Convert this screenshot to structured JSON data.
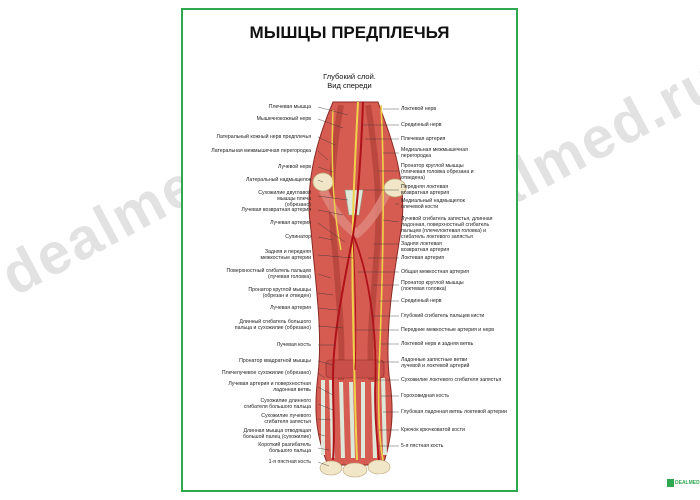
{
  "watermark": "dealmed.ru",
  "poster": {
    "title": "МЫШЦЫ ПРЕДПЛЕЧЬЯ",
    "subtitle_line1": "Глубокий слой.",
    "subtitle_line2": "Вид спереди",
    "logo_text": "DEALMED",
    "left_labels": [
      "Плечевая мышца",
      "Мышечнокожный нерв",
      "Латеральный кожный нерв предплечья",
      "Латеральная межмышечная перегородка",
      "Лучевой нерв",
      "Латеральный надмыщелок",
      "Сухожилие двуглавой мышцы плеча (обрезано)",
      "Лучевая возвратная артерия",
      "Лучевая артерия",
      "Супинатор",
      "Задняя и передняя межкостные артерии",
      "Поверхностный сгибатель пальцев (лучевая головка)",
      "Пронатор круглой мышцы (обрезан и отведен)",
      "Лучевая артерия",
      "Длинный сгибатель большого пальца и сухожилие (обрезано)",
      "Лучевая кость",
      "Пронатор квадратной мышцы",
      "Плечелучевое сухожилие (обрезано)",
      "Лучевая артерия и поверхностная ладонная ветвь",
      "Сухожилие длинного сгибателя большого пальца",
      "Сухожилие лучевого сгибателя запястья",
      "Длинная мышца отводящая большой палец (сухожилие)",
      "Короткий разгибатель большого пальца",
      "1-я пястная кость"
    ],
    "right_labels": [
      "Локтевой нерв",
      "Срединный нерв",
      "Плечевая артерия",
      "Медиальная межмышечная перегородка",
      "Пронатор круглой мышцы (плечевая головка обрезана и отведена)",
      "Передняя локтевая возвратная артерия",
      "Медиальный надмыщелок плечевой кости",
      "Лучевой сгибатель запястья, длинная ладонная, поверхностный сгибатель пальцев (плечелоктевая головка) и сгибатель локтевого запястья",
      "Задняя локтевая возвратная артерия",
      "Локтевая артерия",
      "Общая межкостная артерия",
      "Пронатор круглой мышцы (локтевая головка)",
      "Срединный нерв",
      "Глубокий сгибатель пальцев кисти",
      "Передние межкостные артерия и нерв",
      "Локтевой нерв и задняя ветвь",
      "Ладонные запястные ветви лучевой и локтевой артерий",
      "Сухожилие локтевого сгибателя запястья",
      "Гороховидная кость",
      "Глубокая ладонная ветвь локтевой артерии",
      "Крючок крючковатой кости",
      "5-я пястная кость"
    ]
  },
  "colors": {
    "border": "#2fa84f",
    "muscle": "#c9504a",
    "muscle_light": "#e08a80",
    "tendon": "#dfe7d8",
    "bone": "#f1e6c8",
    "nerve": "#f0d24a",
    "artery": "#b0121a"
  }
}
